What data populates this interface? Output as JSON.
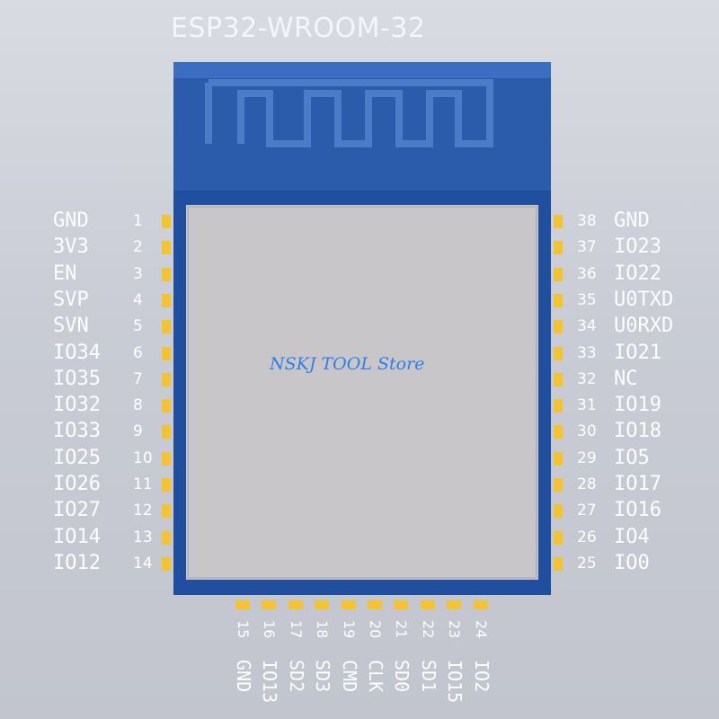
{
  "title": "ESP32-WROOM-32",
  "store_text": "NSKJ TOOL Store",
  "colors": {
    "module_blue": "#1f4f9e",
    "shield_gray": "#c5c3c6",
    "pad_gold": "#f4c430",
    "store_text": "#2f7fe6"
  },
  "left_pins": [
    {
      "num": "1",
      "label": "GND"
    },
    {
      "num": "2",
      "label": "3V3"
    },
    {
      "num": "3",
      "label": "EN"
    },
    {
      "num": "4",
      "label": "SVP"
    },
    {
      "num": "5",
      "label": "SVN"
    },
    {
      "num": "6",
      "label": "IO34"
    },
    {
      "num": "7",
      "label": "IO35"
    },
    {
      "num": "8",
      "label": "IO32"
    },
    {
      "num": "9",
      "label": "IO33"
    },
    {
      "num": "10",
      "label": "IO25"
    },
    {
      "num": "11",
      "label": "IO26"
    },
    {
      "num": "12",
      "label": "IO27"
    },
    {
      "num": "13",
      "label": "IO14"
    },
    {
      "num": "14",
      "label": "IO12"
    }
  ],
  "right_pins": [
    {
      "num": "38",
      "label": "GND"
    },
    {
      "num": "37",
      "label": "IO23"
    },
    {
      "num": "36",
      "label": "IO22"
    },
    {
      "num": "35",
      "label": "U0TXD"
    },
    {
      "num": "34",
      "label": "U0RXD"
    },
    {
      "num": "33",
      "label": "IO21"
    },
    {
      "num": "32",
      "label": "NC"
    },
    {
      "num": "31",
      "label": "IO19"
    },
    {
      "num": "30",
      "label": "IO18"
    },
    {
      "num": "29",
      "label": "IO5"
    },
    {
      "num": "28",
      "label": "IO17"
    },
    {
      "num": "27",
      "label": "IO16"
    },
    {
      "num": "26",
      "label": "IO4"
    },
    {
      "num": "25",
      "label": "IO0"
    }
  ],
  "bottom_pins": [
    {
      "num": "15",
      "label": "GND"
    },
    {
      "num": "16",
      "label": "IO13"
    },
    {
      "num": "17",
      "label": "SD2"
    },
    {
      "num": "18",
      "label": "SD3"
    },
    {
      "num": "19",
      "label": "CMD"
    },
    {
      "num": "20",
      "label": "CLK"
    },
    {
      "num": "21",
      "label": "SD0"
    },
    {
      "num": "22",
      "label": "SD1"
    },
    {
      "num": "23",
      "label": "IO15"
    },
    {
      "num": "24",
      "label": "IO2"
    }
  ]
}
